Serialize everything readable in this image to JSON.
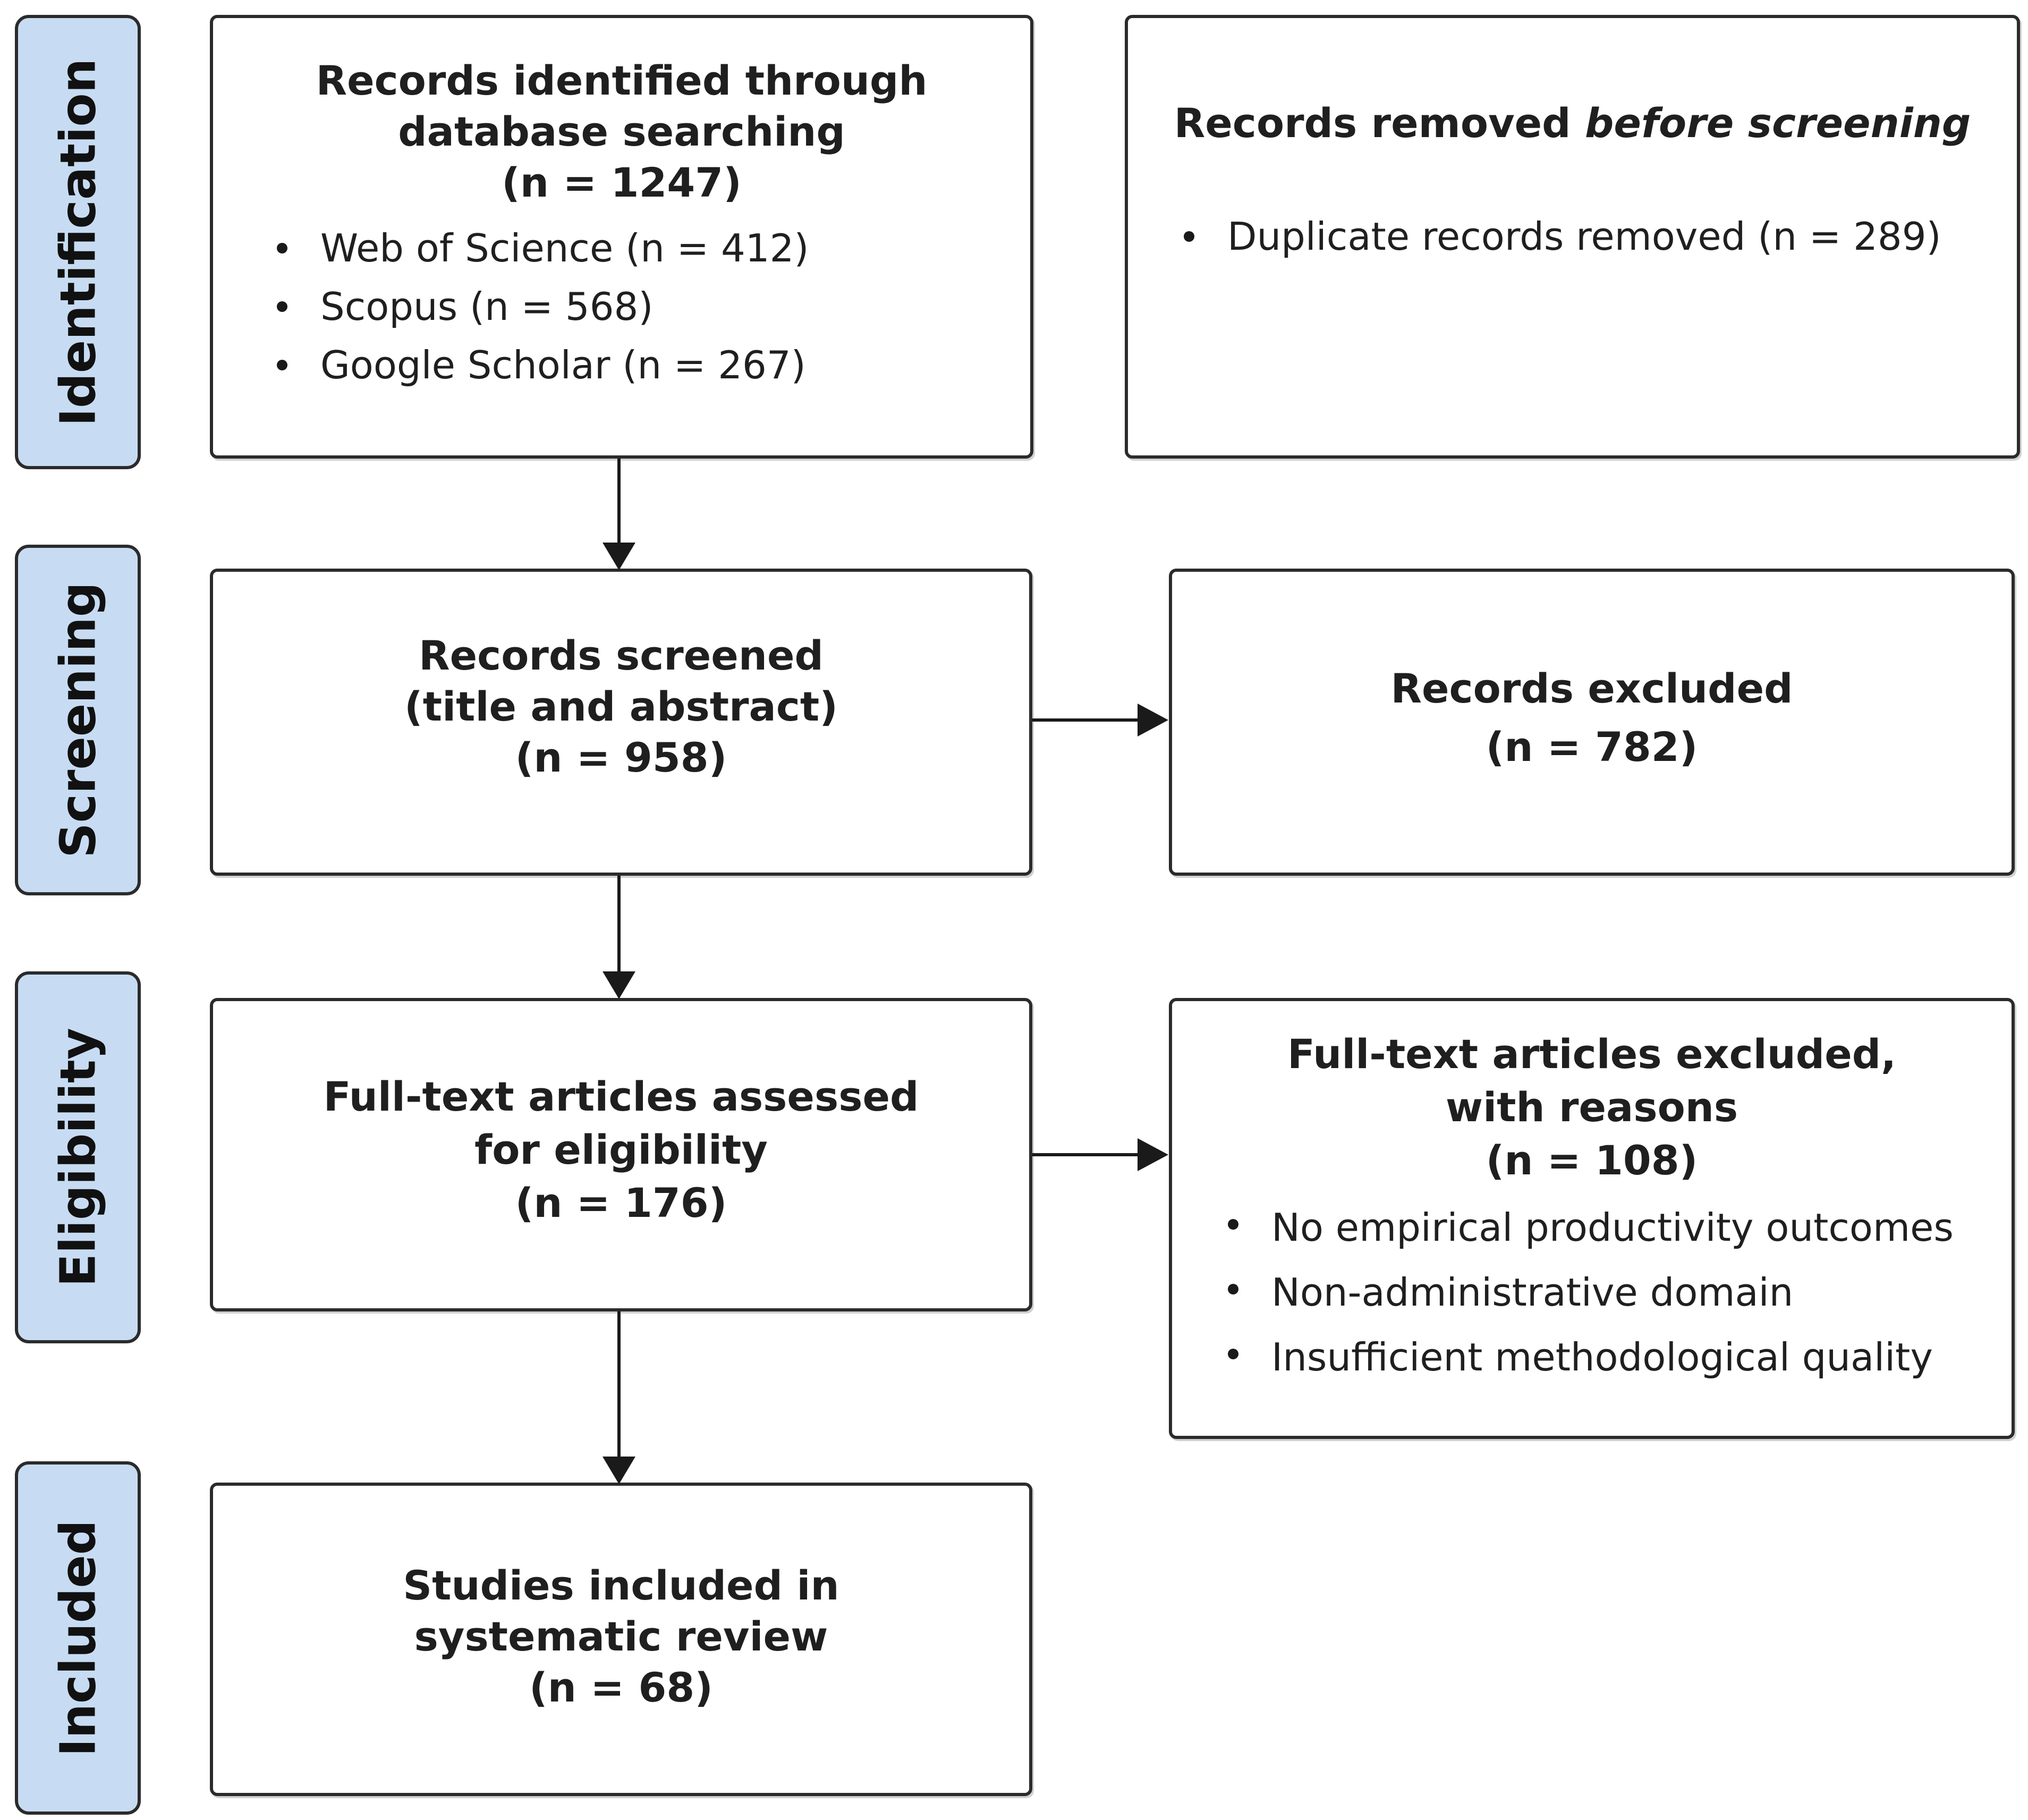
{
  "stages": {
    "identification": "Identification",
    "screening": "Screening",
    "eligibility": "Eligibility",
    "included": "Included"
  },
  "identified": {
    "line1": "Records identified through",
    "line2": "database searching",
    "count": "(n = 1247)",
    "sources": [
      "Web of Science (n = 412)",
      "Scopus (n = 568)",
      "Google Scholar (n = 267)"
    ]
  },
  "removed": {
    "title_plain": "Records removed ",
    "title_italic": "before screening",
    "items": [
      "Duplicate records removed (n = 289)"
    ]
  },
  "screened": {
    "line1": "Records screened",
    "line2": "(title and abstract)",
    "count": "(n = 958)"
  },
  "excluded": {
    "line1": "Records excluded",
    "count": "(n = 782)"
  },
  "fulltext": {
    "line1": "Full-text articles assessed",
    "line2": "for eligibility",
    "count": "(n = 176)"
  },
  "fulltext_excluded": {
    "line1": "Full-text articles excluded,",
    "line2": "with reasons",
    "count": "(n = 108)",
    "reasons": [
      "No empirical productivity outcomes",
      "Non-administrative domain",
      "Insufficient methodological quality"
    ]
  },
  "included": {
    "line1": "Studies included in",
    "line2": "systematic review",
    "count": "(n = 68)"
  }
}
